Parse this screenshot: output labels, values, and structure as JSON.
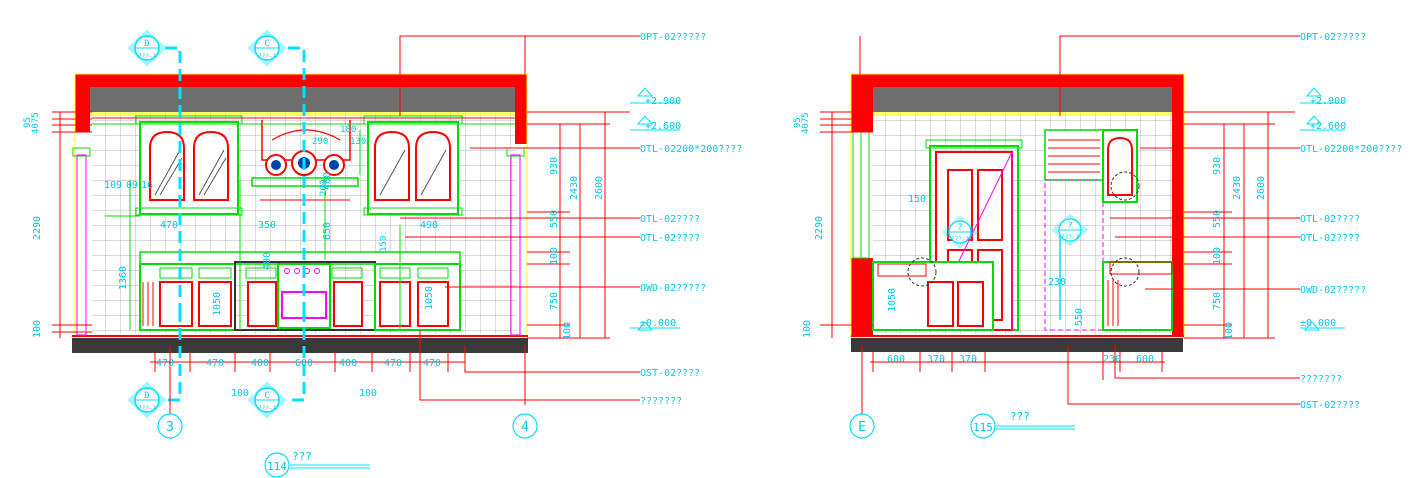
{
  "colors": {
    "wall": "#ff0000",
    "cyan": "#00e0ff",
    "green": "#00dd00",
    "yellow": "#ffff00",
    "magenta": "#ff00ff",
    "ceiling": "#6e6e6e",
    "floor": "#3a3a3a"
  },
  "left": {
    "label": "114",
    "title": "???",
    "grid_left": "3",
    "grid_right": "4",
    "callout_d_top": "D",
    "callout_c_top": "C",
    "callout_d_bottom": "D",
    "callout_c_bottom": "C",
    "callout_sub": "???-?",
    "levels": [
      "+2.900",
      "+2.600",
      "±0.000"
    ],
    "right_tags": [
      "OPT-02?????",
      "OTL-02200*200????",
      "OTL-02????",
      "OTL-02????",
      "OWD-02?????",
      "OST-02????",
      "???????"
    ],
    "v_dims_left": [
      "95",
      "4075",
      "2290",
      "100"
    ],
    "v_dims_right": [
      "930",
      "2430",
      "2600",
      "550",
      "100",
      "750",
      "100"
    ],
    "h_dims": [
      "470",
      "470",
      "400",
      "600",
      "400",
      "470",
      "470"
    ],
    "h_dim_extra": "100",
    "h_dim_extra2": "100",
    "inner_dims": [
      "109",
      "09",
      "16",
      "470",
      "350",
      "650",
      "400",
      "400",
      "490",
      "1360",
      "1050",
      "1050",
      "290",
      "180",
      "130",
      "150",
      "200"
    ]
  },
  "right": {
    "label": "115",
    "title": "???",
    "grid_left": "E",
    "callout_1": "?",
    "callout_2": "?",
    "callout_sub": "???-?",
    "levels": [
      "+2.900",
      "+2.600",
      "±0.000"
    ],
    "right_tags": [
      "OPT-02?????",
      "OTL-02200*200????",
      "OTL-02????",
      "OTL-02????",
      "OWD-02?????",
      "???????",
      "OST-02????"
    ],
    "v_dims_left": [
      "95",
      "4075",
      "2290",
      "100"
    ],
    "v_dims_right": [
      "930",
      "2430",
      "2600",
      "550",
      "100",
      "750",
      "100"
    ],
    "h_dims": [
      "600",
      "370",
      "370",
      "230",
      "600"
    ],
    "inner_dims": [
      "150",
      "1050",
      "230",
      "550"
    ]
  }
}
